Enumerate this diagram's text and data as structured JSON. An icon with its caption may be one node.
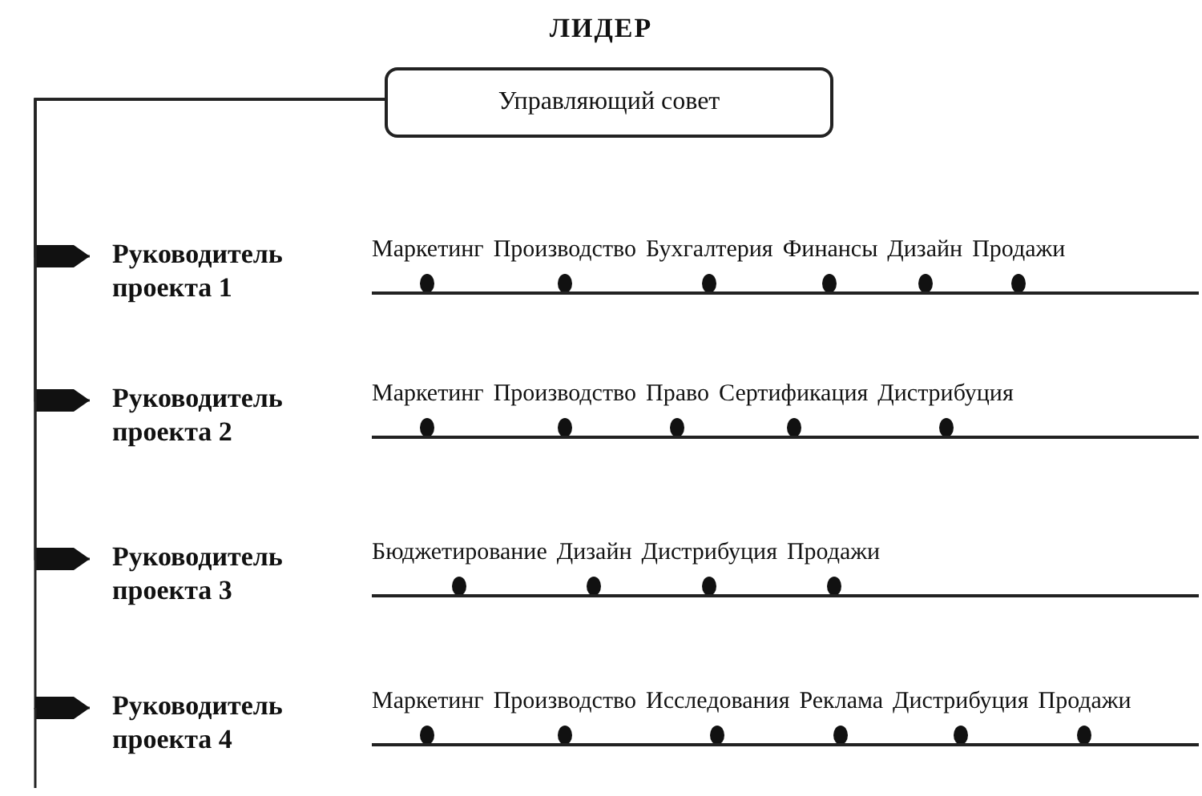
{
  "diagram": {
    "title": "ЛИДЕР",
    "nodes": [
      {
        "text": [
          "Управляющий совет"
        ]
      },
      {
        "text": [
          "Руководитель проекта 1"
        ]
      },
      {
        "text": [
          "Руководитель проекта 2"
        ]
      },
      {
        "text": [
          "Руководитель проекта 3"
        ]
      },
      {
        "text": [
          "Руководитель проекта 4"
        ]
      }
    ],
    "edges": [
      {
        "from": 0,
        "to": 1,
        "arrow": "to"
      },
      {
        "from": 0,
        "to": 2,
        "arrow": "to"
      },
      {
        "from": 0,
        "to": 3,
        "arrow": "to"
      },
      {
        "from": 0,
        "to": 4,
        "arrow": "to"
      }
    ],
    "labels": [
      "Маркетинг",
      "Производство",
      "Бухгалтерия",
      "Финансы",
      "Дизайн",
      "Продажи",
      "Маркетинг",
      "Производство",
      "Право",
      "Сертификация",
      "Дистрибуция",
      "Бюджетирование",
      "Дизайн",
      "Дистрибуция",
      "Продажи",
      "Маркетинг",
      "Производство",
      "Исследования",
      "Реклама",
      "Дистрибуция",
      "Продажи"
    ]
  }
}
